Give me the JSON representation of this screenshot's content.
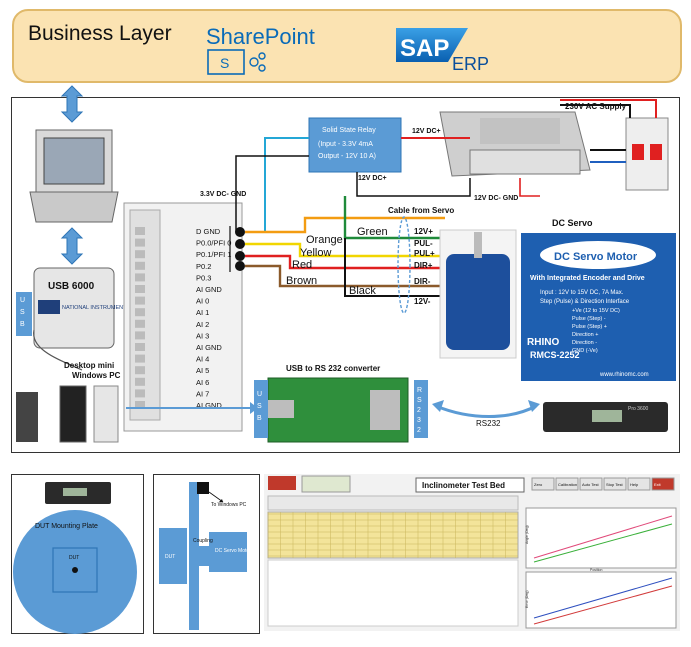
{
  "business": {
    "title": "Business Layer",
    "sharepoint_logo": "SharePoint",
    "sap_logo_top": "SAP",
    "sap_logo_sub": "ERP"
  },
  "diagram": {
    "ac_supply": "230V AC Supply",
    "relay_title": "Solid State Relay",
    "relay_input": "(Input - 3.3V 4mA",
    "relay_output": "Output - 12V 10 A)",
    "dc_plus_top": "12V DC+",
    "dc_plus_mid": "12V DC+",
    "dc_minus": "12V DC- GND",
    "dc_gnd_label": "3.3V DC- GND",
    "usb6000": "USB 6000",
    "ni_brand": "NATIONAL INSTRUMENTS",
    "usb_side": "USB",
    "desktop_pc": "Desktop mini\nWindows PC",
    "daq_pins": [
      "D GND",
      "P0.0/PFI 0",
      "P0.1/PFI 1",
      "P0.2",
      "P0.3",
      "AI GND",
      "AI 0",
      "AI 1",
      "AI 2",
      "AI 3",
      "AI GND",
      "AI 4",
      "AI 5",
      "AI 6",
      "AI 7",
      "AI GND"
    ],
    "wires": [
      "Orange",
      "Yellow",
      "Red",
      "Brown",
      "Green",
      "Black"
    ],
    "cable_title": "Cable from Servo",
    "servo_pins": [
      "12V+",
      "PUL-",
      "PUL+",
      "DIR+",
      "DIR-",
      "12V-"
    ],
    "dc_servo_title": "DC Servo",
    "servo_label_line1": "DC Servo Motor",
    "servo_label_line2": "With Integrated Encoder and Drive",
    "servo_specs": [
      "Input : 12V to 15V DC, 7A Max.",
      "Step (Pulse) & Direction Interface"
    ],
    "servo_pins_spec": [
      "+Ve (12 to 15V DC)",
      "Pulse (Step) -",
      "Pulse (Step) +",
      "Direction +",
      "Direction -",
      "GND (-Ve)"
    ],
    "rhino": "RHINO",
    "model": "RMCS-2252",
    "url": "www.rhinomc.com",
    "usb_rs232": "USB to RS 232 converter",
    "usb_letters": "USB",
    "rs232_letters": "RS232",
    "rs232_link": "RS232",
    "inclinometer_display": "Pro 3600"
  },
  "mount": {
    "label": "DUT Mounting Plate",
    "center": "DUT"
  },
  "mech": {
    "to_pc": "To Windows PC",
    "dut": "DUT",
    "coupling": "Coupling",
    "motor": "DC Servo Motor"
  },
  "screen": {
    "title": "Inclinometer Test Bed",
    "toolbar": [
      "Zero",
      "Calibration",
      "Auto Test",
      "Stop Test",
      "Help",
      "Exit"
    ],
    "chart_top_ylabel": "Angle (Deg)",
    "chart_bottom_ylabel": "Error (Deg)",
    "chart_xlabel": "Position"
  },
  "colors": {
    "banner_fill": "#fbe3b2",
    "relay_blue": "#5b9bd5",
    "mount_blue": "#5b9bd5",
    "wire_orange": "#f39c12",
    "wire_yellow": "#f1d600",
    "wire_red": "#e02020",
    "wire_brown": "#8b5a2b",
    "wire_green": "#1f8a3a",
    "wire_black": "#111111"
  }
}
